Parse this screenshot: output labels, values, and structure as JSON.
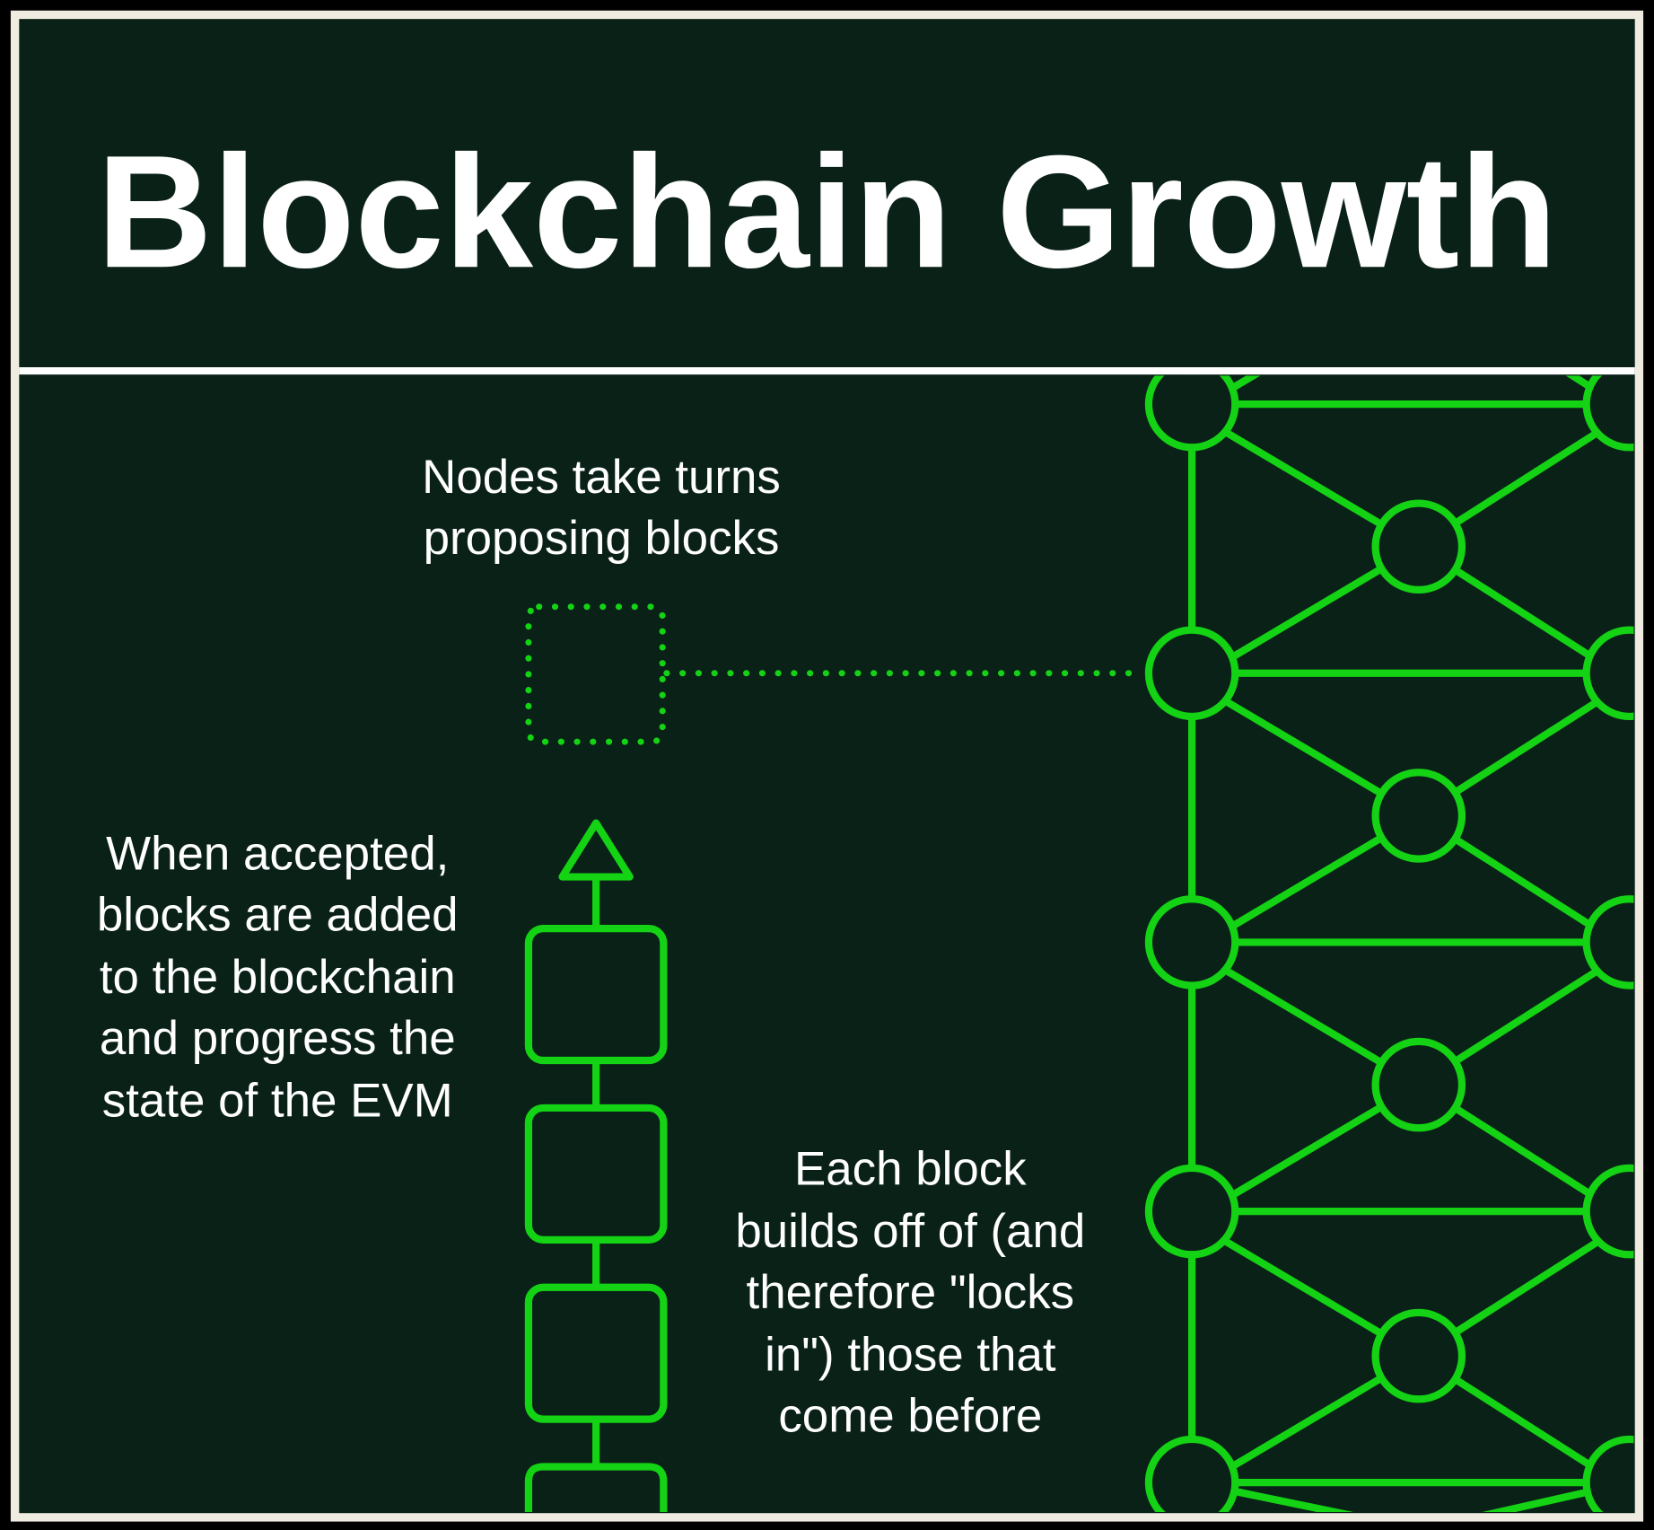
{
  "title": "Blockchain Growth",
  "captions": {
    "proposing": [
      "Nodes take turns",
      "proposing blocks"
    ],
    "accepted": [
      "When accepted,",
      "blocks are added",
      "to the blockchain",
      "and progress the",
      "state of the EVM"
    ],
    "chain": [
      "Each block",
      "builds off of (and",
      "therefore \"locks",
      "in\") those that",
      "come before"
    ]
  },
  "colors": {
    "background": "#0a2118",
    "accent": "#14d214",
    "border": "#efebe0",
    "text": "#ffffff"
  }
}
